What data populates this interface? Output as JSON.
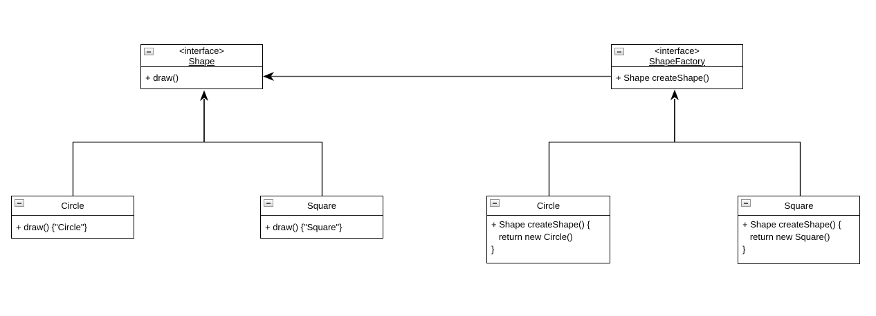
{
  "canvas": {
    "background": "#ffffff",
    "stroke_color": "#000000",
    "dependency_line_color": "#4d4d4d"
  },
  "icons": {
    "collapse": "−"
  },
  "boxes": {
    "shape": {
      "stereotype": "<interface>",
      "title": "Shape",
      "method": "+ draw()"
    },
    "shape_factory": {
      "stereotype": "<interface>",
      "title": "ShapeFactory",
      "method": "+ Shape createShape()"
    },
    "circle_impl": {
      "title": "Circle",
      "method": "+ draw() {\"Circle\"}"
    },
    "square_impl": {
      "title": "Square",
      "method": "+ draw() {\"Square\"}"
    },
    "circle_factory": {
      "title": "Circle",
      "method_lines": [
        "+ Shape createShape() {",
        "   return new Circle()",
        "}"
      ]
    },
    "square_factory": {
      "title": "Square",
      "method_lines": [
        "+ Shape createShape() {",
        "   return new Square()",
        "}"
      ]
    }
  }
}
